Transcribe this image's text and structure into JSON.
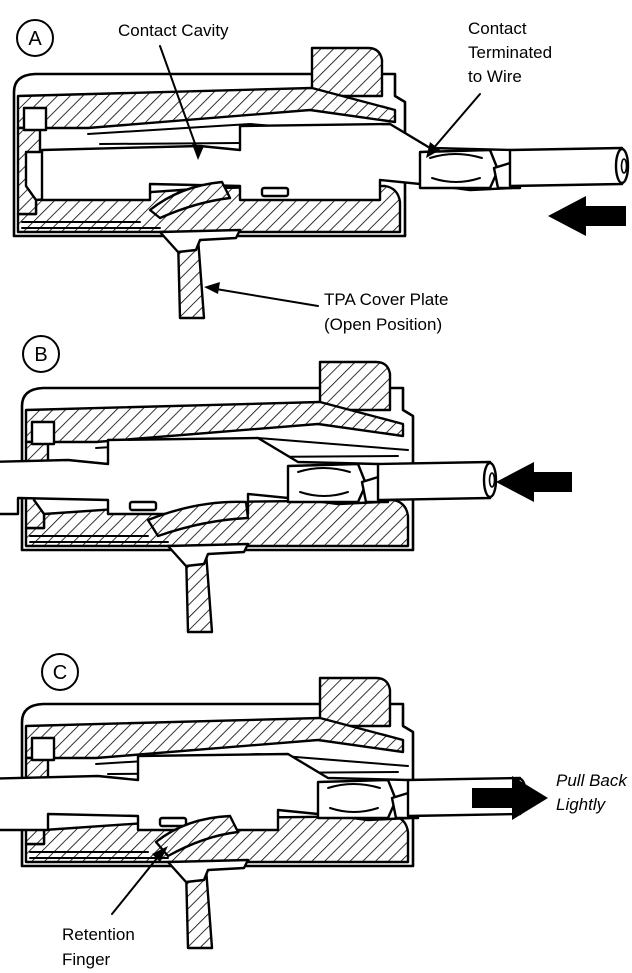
{
  "diagram": {
    "steps": [
      {
        "badge": "A",
        "labels": {
          "contact_cavity": "Contact Cavity",
          "contact_terminated_1": "Contact",
          "contact_terminated_2": "Terminated",
          "contact_terminated_3": "to Wire",
          "tpa_1": "TPA Cover Plate",
          "tpa_2": "(Open Position)"
        },
        "arrow_direction": "left"
      },
      {
        "badge": "B",
        "arrow_direction": "left"
      },
      {
        "badge": "C",
        "labels": {
          "pull_1": "Pull Back",
          "pull_2": "Lightly",
          "retention_1": "Retention",
          "retention_2": "Finger"
        },
        "arrow_direction": "right"
      }
    ]
  }
}
